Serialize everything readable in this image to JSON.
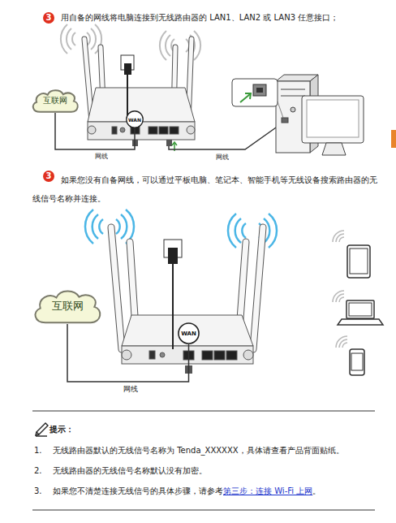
{
  "diagram": {
    "nodes": [
      {
        "text": [
          "互联网"
        ]
      },
      {
        "text": [
          "WAN"
        ]
      },
      {
        "text": [
          "互联网"
        ]
      },
      {
        "text": [
          "WAN"
        ]
      }
    ],
    "edges": [
      {
        "from": 0,
        "to": 1,
        "arrow": "none",
        "label": "网线"
      },
      {
        "from": 2,
        "to": 3,
        "arrow": "none",
        "label": "网线"
      }
    ],
    "labels": [
      "3",
      "用自备的网线将电脑连接到无线路由器的 LAN1、LAN2 或 LAN3 任意接口；",
      "网线",
      "3",
      "如果您没有自备网线，可以通过平板电脑、笔记本、智能手机等无线设备搜索路由器的无线信号名称并连接。",
      "提示：",
      "1.",
      "无线路由器默认的无线信号名称为 Tenda_XXXXXX，具体请查看产品背面贴纸。",
      "2.",
      "无线路由器的无线信号名称默认没有加密。",
      "3.",
      "如果您不清楚连接无线信号的具体步骤，请参考",
      "第三步：连接 Wi-Fi 上网",
      "。"
    ]
  }
}
